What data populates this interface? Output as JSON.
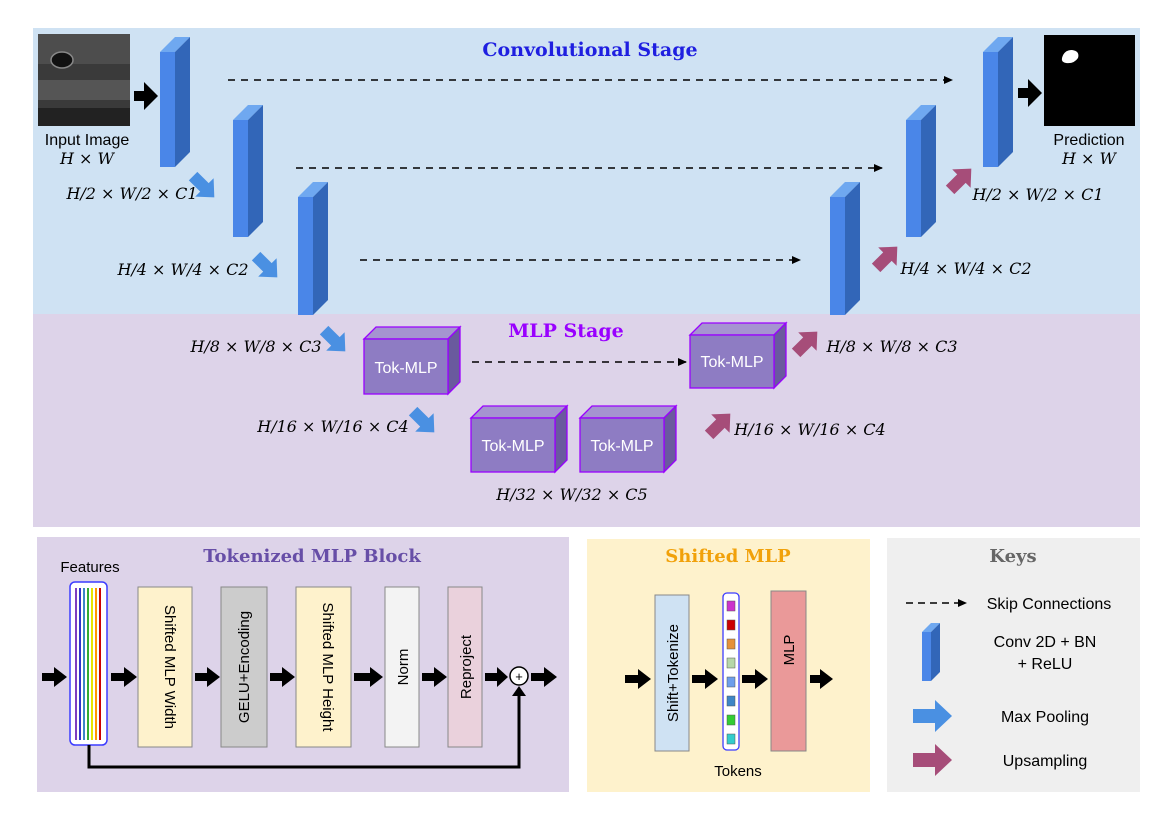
{
  "colors": {
    "conv_bg": "#cfe2f3",
    "mlp_bg": "#ddd3e9",
    "tok_panel_bg": "#ddd3e9",
    "shift_panel_bg": "#fef2cc",
    "keys_bg": "#efefef",
    "block_blue": "#4a86e8",
    "block_blue_dark": "#3266b8",
    "tok_box": "#8e7cc3",
    "tok_box_border": "#9900ff",
    "pool_arrow": "#4a90e2",
    "up_arrow": "#a64d79",
    "conv_title": "#1f1fe0",
    "mlp_title": "#9900ff",
    "tok_title": "#674ea7",
    "shift_title": "#f1a10a",
    "keys_title": "#666666"
  },
  "conv_stage": {
    "title": "Convolutional Stage",
    "input_label": "Input Image",
    "input_dims": "H × W",
    "prediction_label": "Prediction",
    "prediction_dims": "H × W",
    "dims_c1_left": "H/2 × W/2 × C1",
    "dims_c2_left": "H/4 × W/4 × C2",
    "dims_c1_right": "H/2 × W/2 × C1",
    "dims_c2_right": "H/4 × W/4 × C2"
  },
  "mlp_stage": {
    "title": "MLP Stage",
    "tok_label": "Tok-MLP",
    "dims_c3_left": "H/8 × W/8 × C3",
    "dims_c4_left": "H/16 × W/16 × C4",
    "dims_c5": "H/32 × W/32 × C5",
    "dims_c3_right": "H/8 × W/8 × C3",
    "dims_c4_right": "H/16 × W/16 × C4"
  },
  "tok_block": {
    "title": "Tokenized MLP Block",
    "features_label": "Features",
    "steps": [
      "Shifted MLP Width",
      "GELU+Encoding",
      "Shifted MLP Height",
      "Norm",
      "Reproject"
    ],
    "plus": "+"
  },
  "shifted_mlp": {
    "title": "Shifted MLP",
    "shift_label": "Shift+Tokenize",
    "mlp_label": "MLP",
    "tokens_label": "Tokens",
    "token_colors": [
      "#cc33cc",
      "#cc0000",
      "#e69138",
      "#b6d7a8",
      "#6d9eeb",
      "#3d85c6",
      "#33cc33",
      "#33cccc"
    ]
  },
  "keys": {
    "title": "Keys",
    "skip": "Skip Connections",
    "conv_line1": "Conv 2D + BN",
    "conv_line2": "+ ReLU",
    "maxpool": "Max Pooling",
    "upsample": "Upsampling"
  }
}
